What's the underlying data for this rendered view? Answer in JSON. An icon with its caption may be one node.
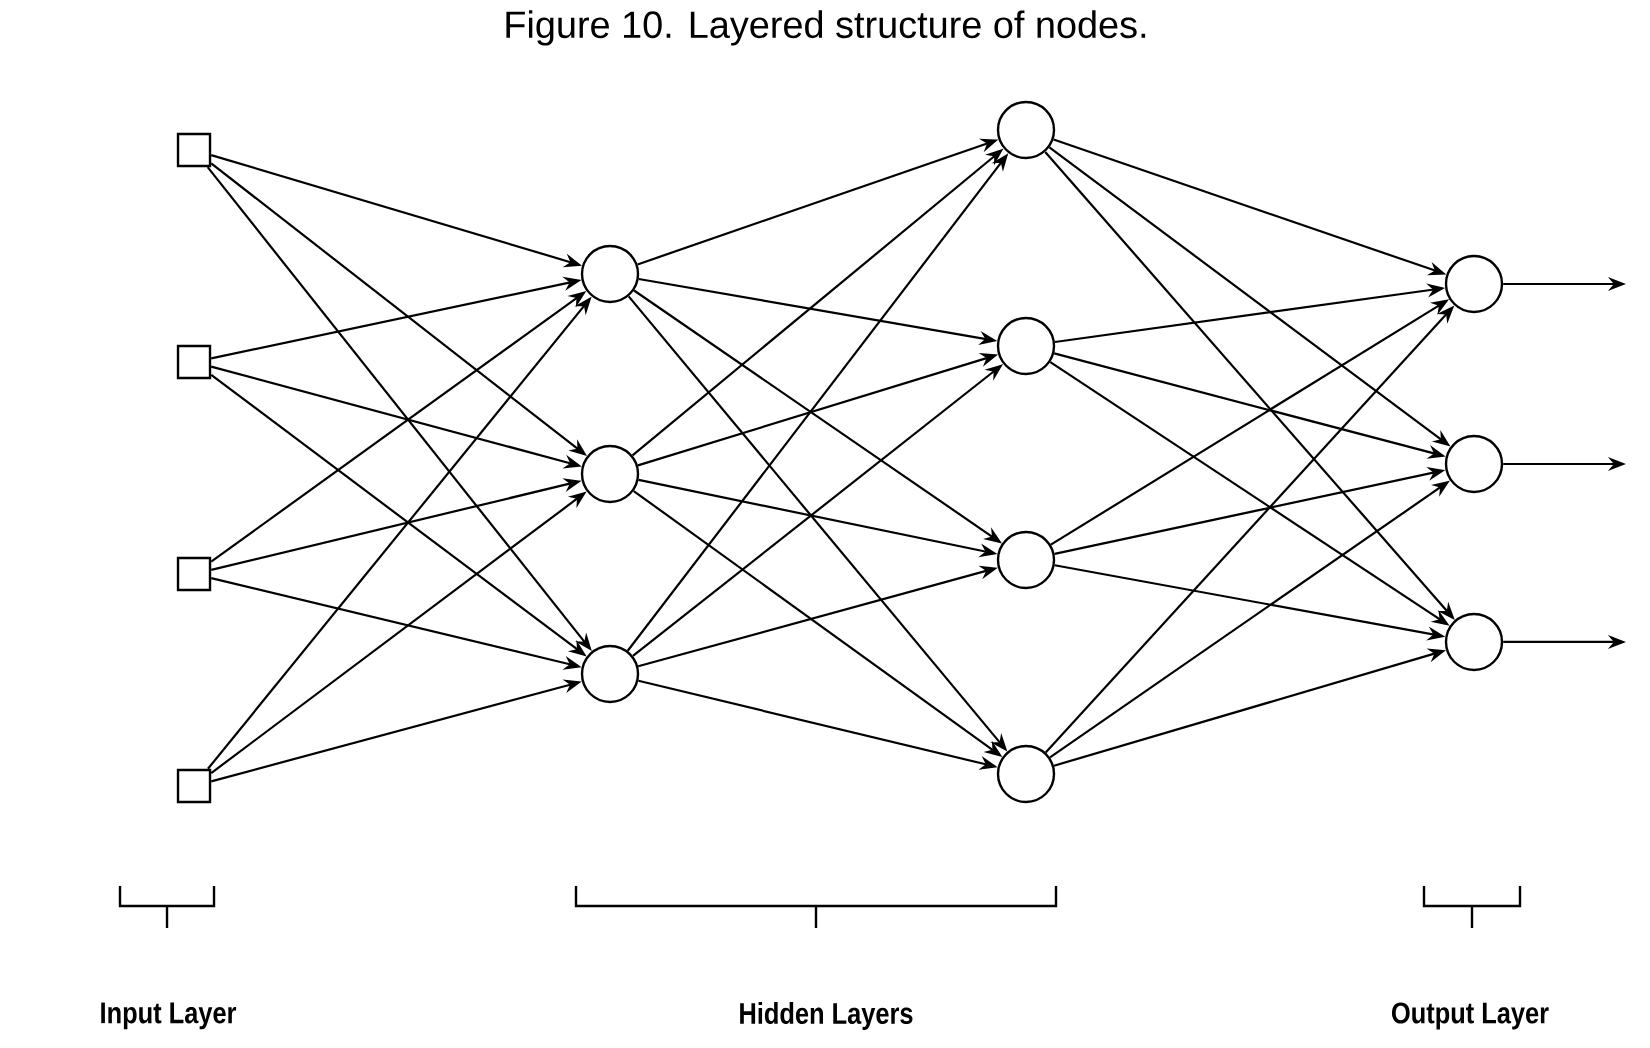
{
  "diagram": {
    "title": "Figure 10. Layered structure of nodes.",
    "nodes": [
      {
        "text": [],
        "shape": "box"
      },
      {
        "text": [],
        "shape": "box"
      },
      {
        "text": [],
        "shape": "box"
      },
      {
        "text": [],
        "shape": "box"
      },
      {
        "text": [],
        "shape": "circle"
      },
      {
        "text": [],
        "shape": "circle"
      },
      {
        "text": [],
        "shape": "circle"
      },
      {
        "text": [],
        "shape": "circle"
      },
      {
        "text": [],
        "shape": "circle"
      },
      {
        "text": [],
        "shape": "circle"
      },
      {
        "text": [],
        "shape": "circle"
      },
      {
        "text": [],
        "shape": "circle"
      },
      {
        "text": [],
        "shape": "circle"
      },
      {
        "text": [],
        "shape": "circle"
      }
    ],
    "edges": [
      {
        "from": 0,
        "to": 4,
        "arrow": "to"
      },
      {
        "from": 0,
        "to": 5,
        "arrow": "to"
      },
      {
        "from": 0,
        "to": 6,
        "arrow": "to"
      },
      {
        "from": 1,
        "to": 4,
        "arrow": "to"
      },
      {
        "from": 1,
        "to": 5,
        "arrow": "to"
      },
      {
        "from": 1,
        "to": 6,
        "arrow": "to"
      },
      {
        "from": 2,
        "to": 4,
        "arrow": "to"
      },
      {
        "from": 2,
        "to": 5,
        "arrow": "to"
      },
      {
        "from": 2,
        "to": 6,
        "arrow": "to"
      },
      {
        "from": 3,
        "to": 4,
        "arrow": "to"
      },
      {
        "from": 3,
        "to": 5,
        "arrow": "to"
      },
      {
        "from": 3,
        "to": 6,
        "arrow": "to"
      },
      {
        "from": 4,
        "to": 7,
        "arrow": "to"
      },
      {
        "from": 4,
        "to": 8,
        "arrow": "to"
      },
      {
        "from": 4,
        "to": 9,
        "arrow": "to"
      },
      {
        "from": 4,
        "to": 10,
        "arrow": "to"
      },
      {
        "from": 5,
        "to": 7,
        "arrow": "to"
      },
      {
        "from": 5,
        "to": 8,
        "arrow": "to"
      },
      {
        "from": 5,
        "to": 9,
        "arrow": "to"
      },
      {
        "from": 5,
        "to": 10,
        "arrow": "to"
      },
      {
        "from": 6,
        "to": 7,
        "arrow": "to"
      },
      {
        "from": 6,
        "to": 8,
        "arrow": "to"
      },
      {
        "from": 6,
        "to": 9,
        "arrow": "to"
      },
      {
        "from": 6,
        "to": 10,
        "arrow": "to"
      },
      {
        "from": 7,
        "to": 11,
        "arrow": "to"
      },
      {
        "from": 7,
        "to": 12,
        "arrow": "to"
      },
      {
        "from": 7,
        "to": 13,
        "arrow": "to"
      },
      {
        "from": 8,
        "to": 11,
        "arrow": "to"
      },
      {
        "from": 8,
        "to": 12,
        "arrow": "to"
      },
      {
        "from": 8,
        "to": 13,
        "arrow": "to"
      },
      {
        "from": 9,
        "to": 11,
        "arrow": "to"
      },
      {
        "from": 9,
        "to": 12,
        "arrow": "to"
      },
      {
        "from": 9,
        "to": 13,
        "arrow": "to"
      },
      {
        "from": 10,
        "to": 11,
        "arrow": "to"
      },
      {
        "from": 10,
        "to": 12,
        "arrow": "to"
      },
      {
        "from": 10,
        "to": 13,
        "arrow": "to"
      },
      {
        "from": 11,
        "to": null,
        "arrow": "to"
      },
      {
        "from": 12,
        "to": null,
        "arrow": "to"
      },
      {
        "from": 13,
        "to": null,
        "arrow": "to"
      }
    ],
    "labels": [
      "Input Layer",
      "Hidden Layers",
      "Output Layer"
    ]
  }
}
